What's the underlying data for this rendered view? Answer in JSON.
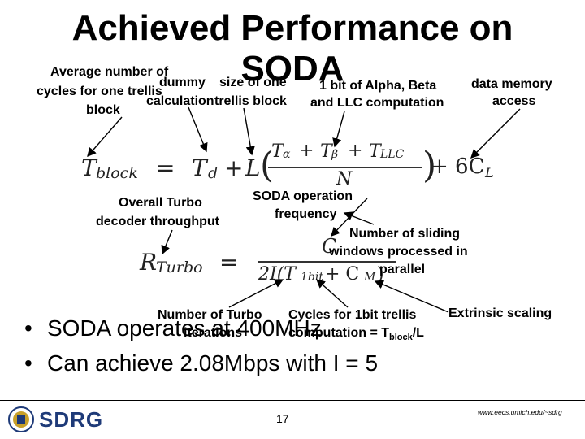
{
  "slide": {
    "title_line1": "Achieved Performance on",
    "title_line2": "SODA",
    "labels": {
      "avg_cycles": [
        "Average number of",
        "cycles for one trellis",
        "block"
      ],
      "dummy": [
        "dummy",
        "calculation"
      ],
      "size_block": [
        "size of one",
        "trellis block"
      ],
      "one_bit": [
        "1 bit of Alpha, Beta",
        "and LLC computation"
      ],
      "data_memory": [
        "data memory",
        "access"
      ],
      "overall_turbo": [
        "Overall Turbo",
        "decoder throughput"
      ],
      "soda_freq": [
        "SODA operation",
        "frequency"
      ],
      "sliding": [
        "Number of sliding",
        "windows processed in",
        "parallel"
      ],
      "turbo_iter": [
        "Number of Turbo",
        "iterations"
      ],
      "cycles_1bit": "Cycles for 1bit trellis",
      "computation": "computation = T",
      "comp_sub": "block",
      "comp_tail": "/L",
      "extrinsic": "Extrinsic scaling"
    },
    "equation1": {
      "lhs": "T",
      "lhs_sub": "block",
      "eq": "=",
      "td": "T",
      "td_sub": "d",
      "plus": "+",
      "L": "L",
      "paren_open": "(",
      "num": "T",
      "num_a_sub": "α",
      "num_b_sub": "β",
      "num_llc_sub": "LLC",
      "den": "N",
      "paren_close": ")",
      "tail": "+ 6C",
      "tail_sub": "L"
    },
    "equation2": {
      "lhs": "R",
      "lhs_sub": "Turbo",
      "eq": "=",
      "num": "C",
      "den": "2I(T",
      "den_sub": "1bit",
      "den_tail": "+ C",
      "den_sub2": "M",
      "den_close": ")"
    },
    "bullets": [
      "SODA operates at 400MHz",
      "Can achieve 2.08Mbps with I = 5"
    ],
    "bullet_symbol": "•",
    "footer": {
      "logo_text": "SDRG",
      "page_number": "17",
      "url": "www.eecs.umich.edu/~sdrg"
    },
    "colors": {
      "logo_blue": "#1e3a78",
      "seal_gold": "#c8a02a"
    }
  }
}
